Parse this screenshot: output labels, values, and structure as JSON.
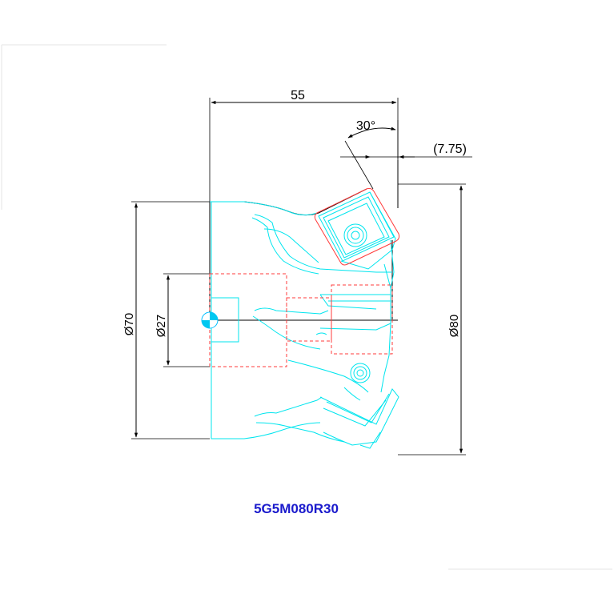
{
  "drawing": {
    "model": "5G5M080R30",
    "dimensions": {
      "width": "55",
      "angle": "30°",
      "offset": "(7.75)",
      "dia_70": "Ø70",
      "dia_27": "Ø27",
      "dia_80": "Ø80"
    }
  },
  "colors": {
    "dimension": "#000000",
    "outline": "#00e5ee",
    "hidden": "#ff3b3b",
    "model_text": "#1a1acc"
  }
}
